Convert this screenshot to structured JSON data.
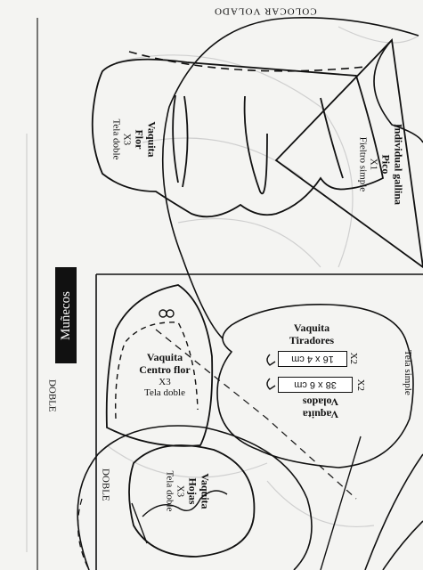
{
  "header": {
    "top_label": "COLOCAR VOLADO"
  },
  "brand": {
    "name": "Muñecos"
  },
  "pieces": {
    "flor": {
      "title": "Vaquita",
      "subtitle": "Flor",
      "qty": "X3",
      "material": "Tela doble"
    },
    "pico": {
      "title": "Individual gallina",
      "subtitle": "Pico",
      "qty": "X1",
      "material": "Fieltro simple"
    },
    "centro": {
      "title": "Vaquita",
      "subtitle": "Centro flor",
      "qty": "X3",
      "material": "Tela doble"
    },
    "tiradores": {
      "title": "Vaquita",
      "subtitle": "Tiradores",
      "size": "16 x 4 cm",
      "qty": "X2"
    },
    "volados": {
      "title": "Vaquita",
      "subtitle": "Volados",
      "size": "38 x 6 cm",
      "qty": "X2"
    },
    "hojas": {
      "title": "Vaquita",
      "subtitle": "Hojas",
      "qty": "X3",
      "material": "Tela doble"
    }
  },
  "side_labels": {
    "doble_left": "DOBLE",
    "doble_inner": "DOBLE",
    "tela_simple": "Tela simple"
  }
}
